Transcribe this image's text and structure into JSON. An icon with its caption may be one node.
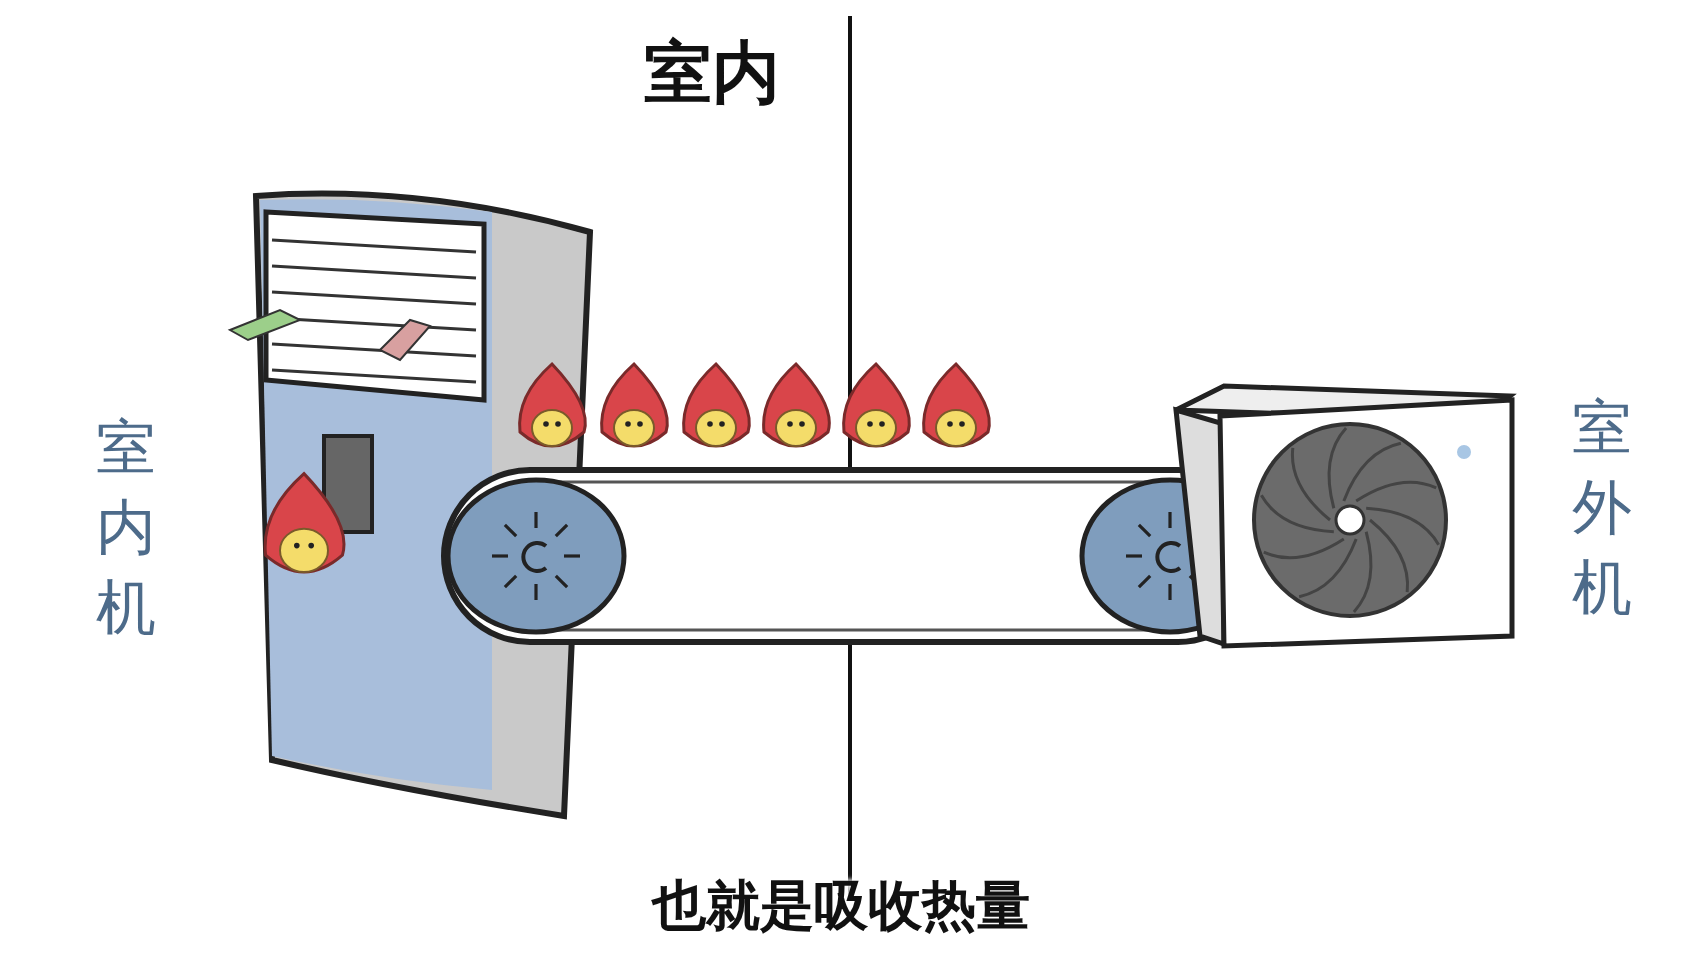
{
  "diagram": {
    "caption": "也就是吸收热量",
    "labels": [
      "室内",
      "室内机",
      "室外机"
    ]
  }
}
